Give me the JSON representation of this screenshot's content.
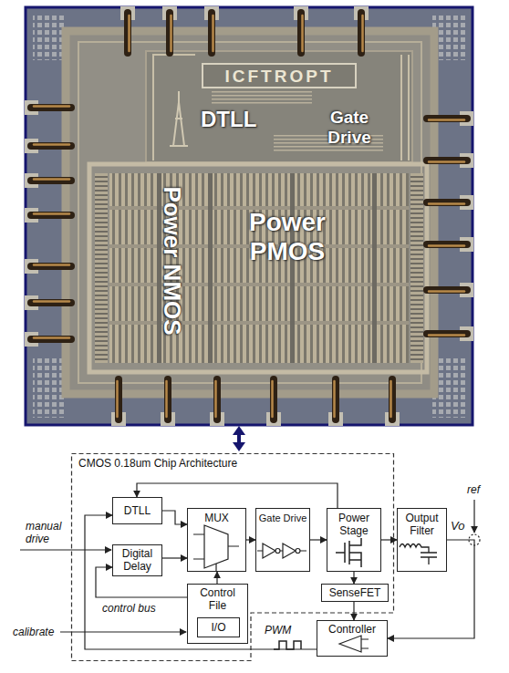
{
  "diagram": {
    "nodes": [
      {
        "text": [
          "CMOS 0.18um Chip Architecture"
        ]
      },
      {
        "text": [
          "DTLL"
        ],
        "in": 0
      },
      {
        "text": [
          "Digital Delay"
        ],
        "in": 0
      },
      {
        "text": [
          "MUX"
        ],
        "in": 0
      },
      {
        "text": [
          "Control File"
        ],
        "in": 0
      },
      {
        "text": [
          "I/O"
        ],
        "in": 4
      },
      {
        "text": [
          "Gate Drive"
        ],
        "in": 0
      },
      {
        "text": [
          "Power Stage"
        ],
        "in": 0
      },
      {
        "text": [
          "SenseFET"
        ],
        "in": 0
      },
      {
        "text": [
          "Output Filter"
        ]
      },
      {
        "text": [
          "Controller"
        ]
      }
    ],
    "edges": [
      {
        "from": 1,
        "to": 3,
        "arrow": "to"
      },
      {
        "from": 2,
        "to": 3,
        "arrow": "to"
      },
      {
        "from": 4,
        "to": 3,
        "arrow": "to"
      },
      {
        "from": 3,
        "to": 6,
        "arrow": "to"
      },
      {
        "from": 6,
        "to": 7,
        "arrow": "to"
      },
      {
        "from": 7,
        "to": 9,
        "arrow": "to"
      },
      {
        "from": 7,
        "to": 8,
        "arrow": "to"
      },
      {
        "from": 8,
        "to": 10,
        "arrow": "to"
      },
      {
        "from": 9,
        "to": 10,
        "arrow": "to"
      },
      {
        "from": 7,
        "to": 1,
        "arrow": "to"
      },
      {
        "from": 10,
        "to": 1,
        "arrow": "to"
      },
      {
        "from": 4,
        "to": 2,
        "arrow": "to"
      }
    ],
    "labels": [
      "ICFTROPT",
      "DTLL",
      "Gate Drive",
      "Power NMOS",
      "Power PMOS",
      "manual drive",
      "ref",
      "Vo",
      "control bus",
      "calibrate",
      "PWM"
    ]
  }
}
